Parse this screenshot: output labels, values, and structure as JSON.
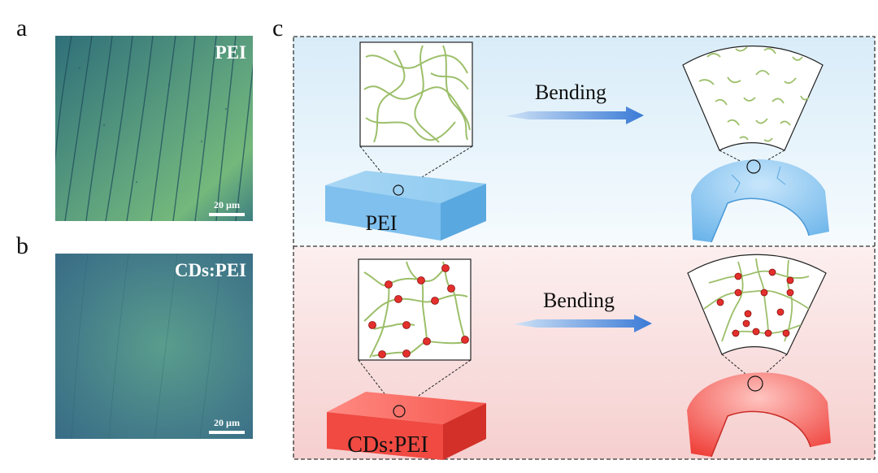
{
  "panels": {
    "a": {
      "letter": "a",
      "title": "PEI",
      "scale": "20 µm"
    },
    "b": {
      "letter": "b",
      "title": "CDs:PEI",
      "scale": "20 µm"
    },
    "c": {
      "letter": "c",
      "top": {
        "action": "Bending",
        "material": "PEI"
      },
      "bottom": {
        "action": "Bending",
        "material": "CDs:PEI"
      }
    }
  },
  "colors": {
    "micro_a_base": "#4a8a8c",
    "micro_b_base": "#3f7a85",
    "pei_block": "#7fc0ee",
    "cds_block": "#f24a44",
    "fiber": "#9cbf6a",
    "node": "#e3302c",
    "arrow": "#3f7fd8"
  }
}
